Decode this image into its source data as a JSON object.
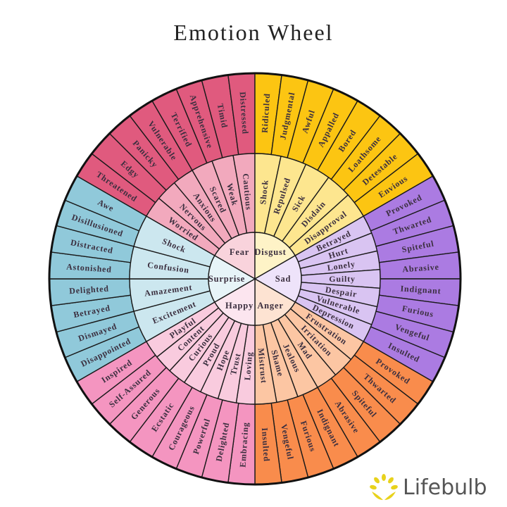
{
  "title": "Emotion Wheel",
  "logo": {
    "text": "Lifebulb",
    "icon": "sun-leaves-icon",
    "color": "#e8d21c"
  },
  "colors": {
    "outline": "#1a1a1a",
    "text": "#3b2f3f"
  },
  "wheel": {
    "sectors": [
      {
        "label": "Fear",
        "core_color": "#f9d3dc",
        "middle_color": "#f2a9bd",
        "outer_color": "#e05a7e",
        "middle": [
          "Worried",
          "Nervous",
          "Anxious",
          "Scared",
          "Weak",
          "Cautious"
        ],
        "outer": [
          "Threatened",
          "Edgy",
          "Panicky",
          "Vulnerable",
          "Terrified",
          "Apprehensive",
          "Timid",
          "Distressed"
        ]
      },
      {
        "label": "Disgust",
        "core_color": "#fef3c7",
        "middle_color": "#fde68f",
        "outer_color": "#fcc512",
        "middle": [
          "Shock",
          "Repulsed",
          "Sick",
          "Disdain",
          "Disapproval"
        ],
        "outer": [
          "Ridiculed",
          "Judgmental",
          "Awful",
          "Appalled",
          "Bored",
          "Loathsome",
          "Detestable",
          "Envious"
        ]
      },
      {
        "label": "Sad",
        "core_color": "#eee3fa",
        "middle_color": "#d9c4f2",
        "outer_color": "#ab7be2",
        "middle": [
          "Betrayed",
          "Hurt",
          "Lonely",
          "Guilty",
          "Despair",
          "Vulnerable",
          "Depression"
        ],
        "outer": [
          "Provoked",
          "Thwarted",
          "Spiteful",
          "Abrasive",
          "Indignant",
          "Furious",
          "Vengeful",
          "Insulted"
        ]
      },
      {
        "label": "Anger",
        "core_color": "#fde3d2",
        "middle_color": "#fcc6a3",
        "outer_color": "#f98c4c",
        "middle": [
          "Frustration",
          "Irritation",
          "Mad",
          "Jealous",
          "Shame",
          "Mistrust"
        ],
        "outer": [
          "Provoked",
          "Thwarted",
          "Spiteful",
          "Abrasive",
          "Indignant",
          "Furious",
          "Vengeful",
          "Insulted"
        ]
      },
      {
        "label": "Happy",
        "core_color": "#fce5ef",
        "middle_color": "#f9cbde",
        "outer_color": "#f495c0",
        "middle": [
          "Loving",
          "Trust",
          "Hope",
          "Proud",
          "Curious",
          "Content",
          "Playful"
        ],
        "outer": [
          "Embracing",
          "Delighted",
          "Powerful",
          "Courageous",
          "Ecstatic",
          "Generous",
          "Self-Assured",
          "Inspired"
        ]
      },
      {
        "label": "Surprise",
        "core_color": "#e7f4f8",
        "middle_color": "#cce7ef",
        "outer_color": "#90c9da",
        "middle": [
          "Excitement",
          "Amazement",
          "Confusion",
          "Shock"
        ],
        "outer": [
          "Disappointed",
          "Dismayed",
          "Betrayed",
          "Delighted",
          "Astonished",
          "Distracted",
          "Disillusioned",
          "Awe"
        ]
      }
    ]
  }
}
